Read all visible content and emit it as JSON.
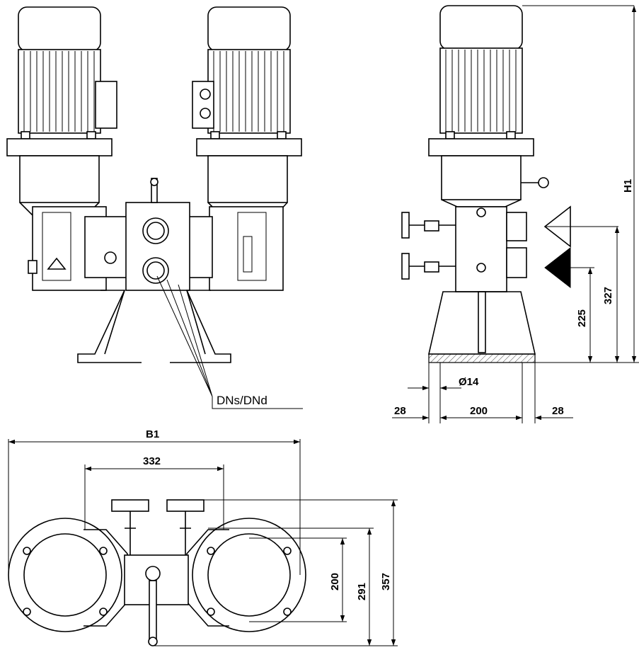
{
  "callout": {
    "connection_label": "DNs/DNd"
  },
  "dimensions": {
    "height_total": "H1",
    "suction_height": "327",
    "discharge_height": "225",
    "hole_diameter": "Ø14",
    "foot_left": "28",
    "foot_span": "200",
    "foot_right": "28",
    "width_total": "B1",
    "pump_spacing": "332",
    "depth_inner": "200",
    "depth_mid": "291",
    "depth_outer": "357"
  },
  "colors": {
    "line": "#000000",
    "background": "#ffffff"
  }
}
